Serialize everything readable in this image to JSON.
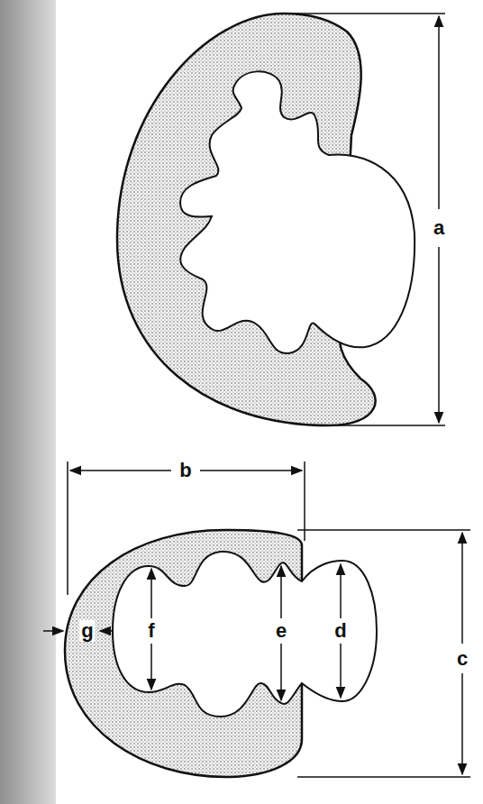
{
  "diagram": {
    "labels": [
      "a",
      "b",
      "c",
      "d",
      "e",
      "f",
      "g"
    ]
  }
}
